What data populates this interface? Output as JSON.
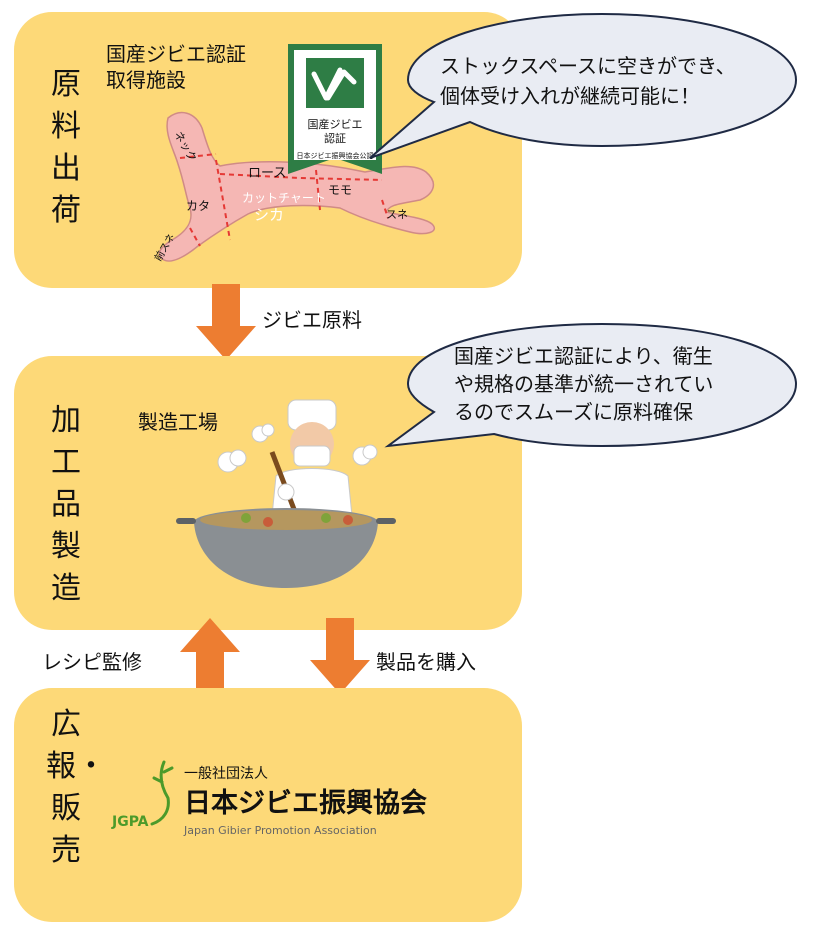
{
  "panels": {
    "raw": {
      "title": "原料出荷",
      "facility_label_1": "国産ジビエ認証",
      "facility_label_2": "取得施設"
    },
    "processing": {
      "title": "加工品製造",
      "factory_label": "製造工場"
    },
    "sales": {
      "title": "広報・販売"
    }
  },
  "arrows": {
    "raw_material": "ジビエ原料",
    "recipe": "レシピ監修",
    "purchase": "製品を購入"
  },
  "bubbles": {
    "top": {
      "line1": "ストックスペースに空きができ、",
      "line2": "個体受け入れが継続可能に！"
    },
    "middle": {
      "line1": "国産ジビエ認証により、衛生",
      "line2": "や規格の基準が統一されてい",
      "line3": "るのでスムーズに原料確保"
    }
  },
  "deer_chart": {
    "neck": "ネック",
    "loin": "ロース",
    "shoulder": "カタ",
    "cut_chart": "カットチャート",
    "deer": "シカ",
    "thigh": "モモ",
    "shank": "スネ",
    "foreshank": "前スネ"
  },
  "cert_badge": {
    "line1": "国産ジビエ",
    "line2": "認証",
    "footer": "日本ジビエ振興協会公認"
  },
  "org_logo": {
    "abbr": "JGPA",
    "small": "一般社団法人",
    "name": "日本ジビエ振興協会",
    "english": "Japan Gibier Promotion Association"
  },
  "colors": {
    "panel": "#fdd978",
    "arrow": "#ed7d31",
    "bubble": "#e9ecf3",
    "badge": "#2e7d45",
    "deer": "#f5b7b4"
  }
}
